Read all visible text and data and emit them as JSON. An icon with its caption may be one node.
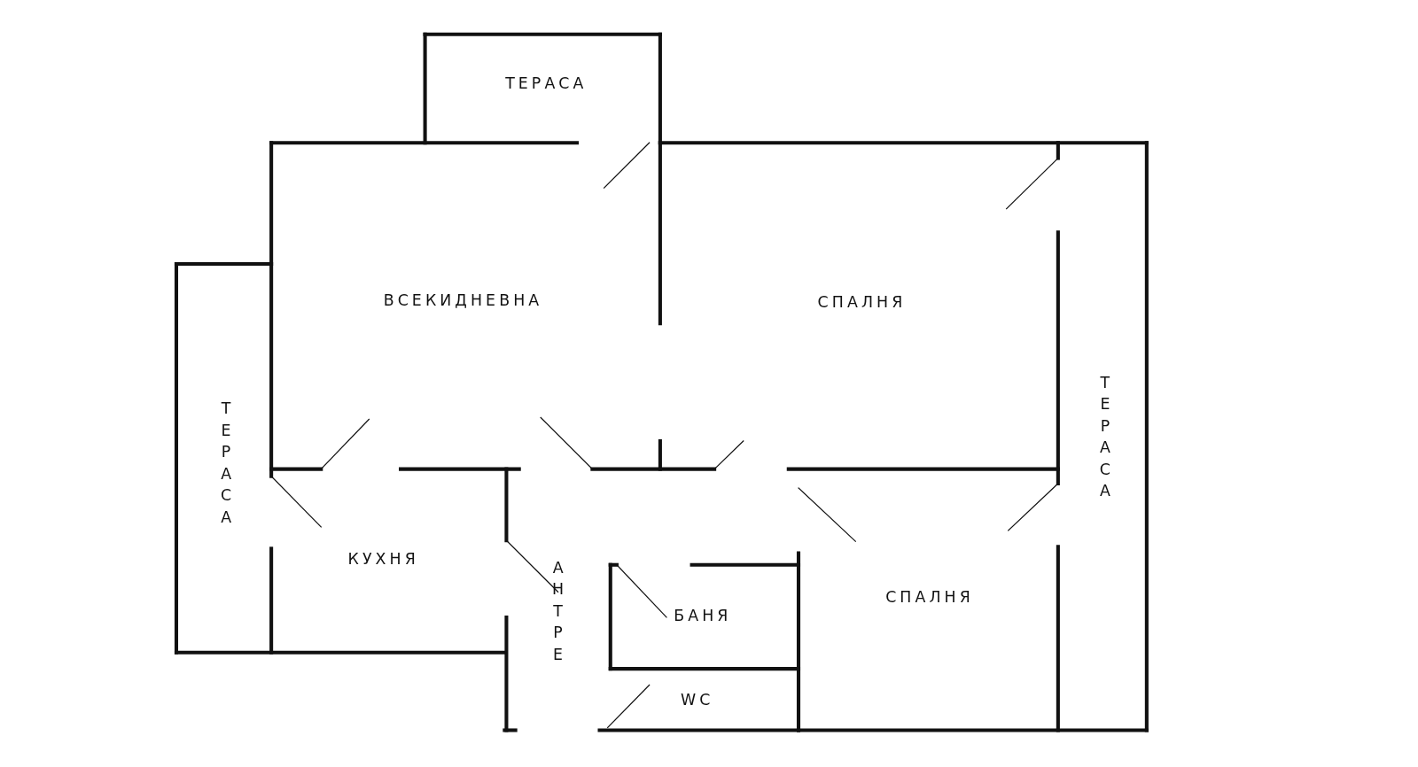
{
  "diagram": {
    "labels": [
      "ТЕРАСА",
      "ВСЕКИДНЕВНА",
      "СПАЛНЯ",
      "ТЕРАСА",
      "ТЕРАСА",
      "КУХНЯ",
      "АНТРЕ",
      "БАНЯ",
      "СПАЛНЯ",
      "WC"
    ]
  }
}
